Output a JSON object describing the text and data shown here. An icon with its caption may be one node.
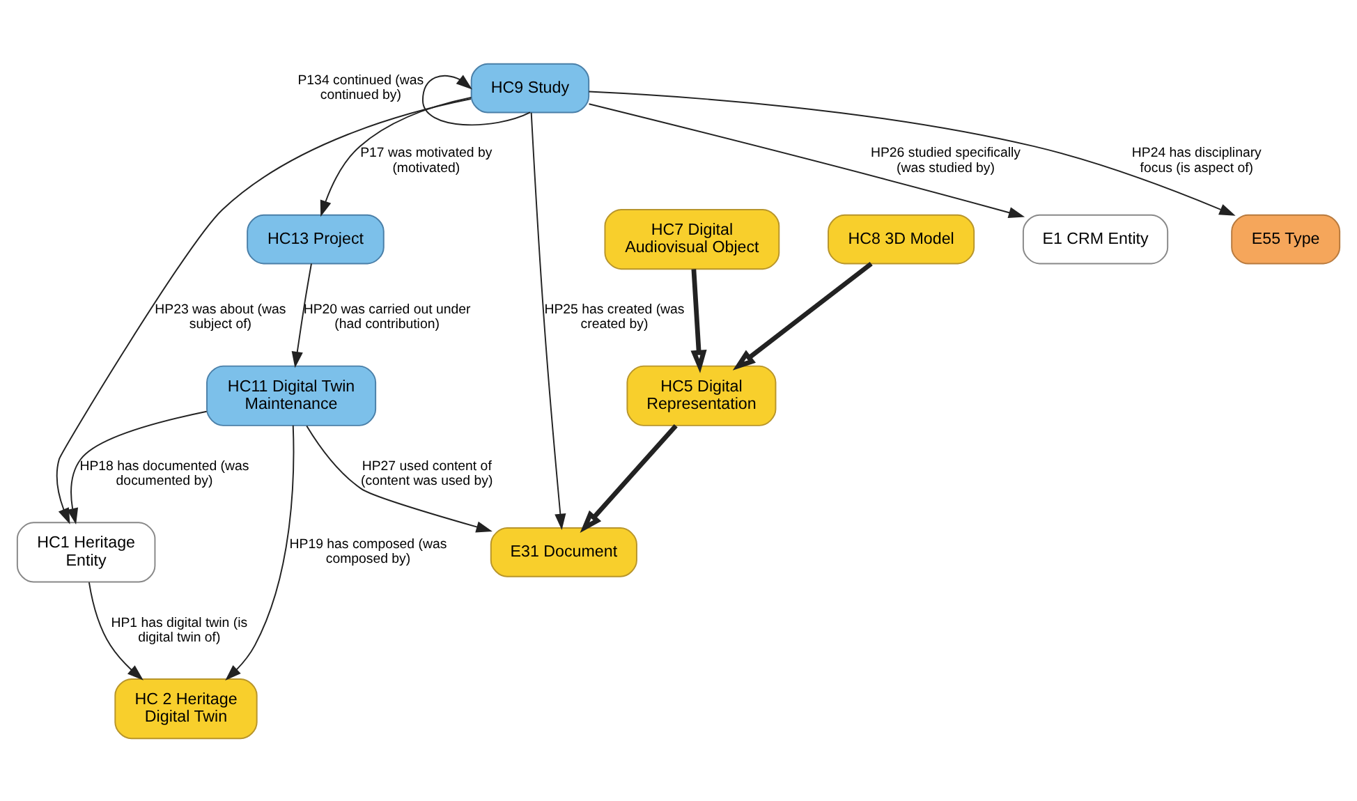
{
  "diagram": {
    "nodes": [
      {
        "text": [
          "HC13 Project"
        ]
      },
      {
        "text": [
          "HC1 Heritage Entity"
        ]
      },
      {
        "text": [
          "HC11 Digital Twin Maintenance"
        ]
      },
      {
        "text": [
          "HC 2 Heritage Digital Twin"
        ]
      },
      {
        "text": [
          "HC9 Study"
        ]
      },
      {
        "text": [
          "E31 Document"
        ]
      },
      {
        "text": [
          "HC5 Digital Representation"
        ]
      },
      {
        "text": [
          "E1 CRM Entity"
        ]
      },
      {
        "text": [
          "E55 Type"
        ]
      },
      {
        "text": [
          "HC8 3D Model"
        ]
      },
      {
        "text": [
          "HC7 Digital Audiovisual Object"
        ]
      }
    ],
    "edges": [
      {
        "from": 0,
        "to": 2,
        "arrow": "to",
        "label": "HP20 was carried out under (had contribution)"
      },
      {
        "from": 2,
        "to": 1,
        "arrow": "to",
        "label": "HP18 has documented (was documented by)"
      },
      {
        "from": 1,
        "to": 3,
        "arrow": "to",
        "label": "HP1 has digital twin (is digital twin of)"
      },
      {
        "from": 2,
        "to": 3,
        "arrow": "to",
        "label": "HP19 has composed (was composed by)"
      },
      {
        "from": 2,
        "to": 5,
        "arrow": "to",
        "label": "HP27 used content of (content was used by)"
      },
      {
        "from": 4,
        "to": 1,
        "arrow": "to",
        "label": "HP23 was about (was subject of)"
      },
      {
        "from": 4,
        "to": 0,
        "arrow": "to",
        "label": "P17 was motivated by (motivated)"
      },
      {
        "from": 4,
        "to": 4,
        "arrow": "to",
        "label": "P134 continued (was continued by)"
      },
      {
        "from": 4,
        "to": 5,
        "arrow": "to",
        "label": "HP25 has created (was created by)"
      },
      {
        "from": 4,
        "to": 7,
        "arrow": "to",
        "label": "HP26 studied specifically (was studied by)"
      },
      {
        "from": 4,
        "to": 8,
        "arrow": "to",
        "label": "HP24 has disciplinary focus (is aspect of)"
      },
      {
        "from": 6,
        "to": 5,
        "arrow": "to",
        "style": "thick"
      },
      {
        "from": 9,
        "to": 6,
        "arrow": "to",
        "style": "thick"
      },
      {
        "from": 10,
        "to": 6,
        "arrow": "to",
        "style": "thick"
      }
    ]
  }
}
